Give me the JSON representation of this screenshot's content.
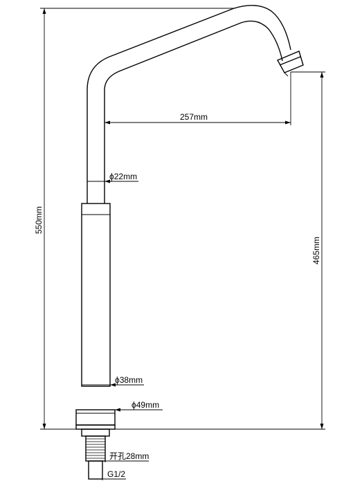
{
  "dimensions": {
    "overall_height": "550mm",
    "spout_height": "465mm",
    "spout_reach": "257mm",
    "upper_pipe_diameter": "ϕ22mm",
    "body_diameter": "ϕ38mm",
    "base_diameter": "ϕ49mm",
    "mounting_hole": "开孔28mm",
    "thread": "G1/2"
  }
}
